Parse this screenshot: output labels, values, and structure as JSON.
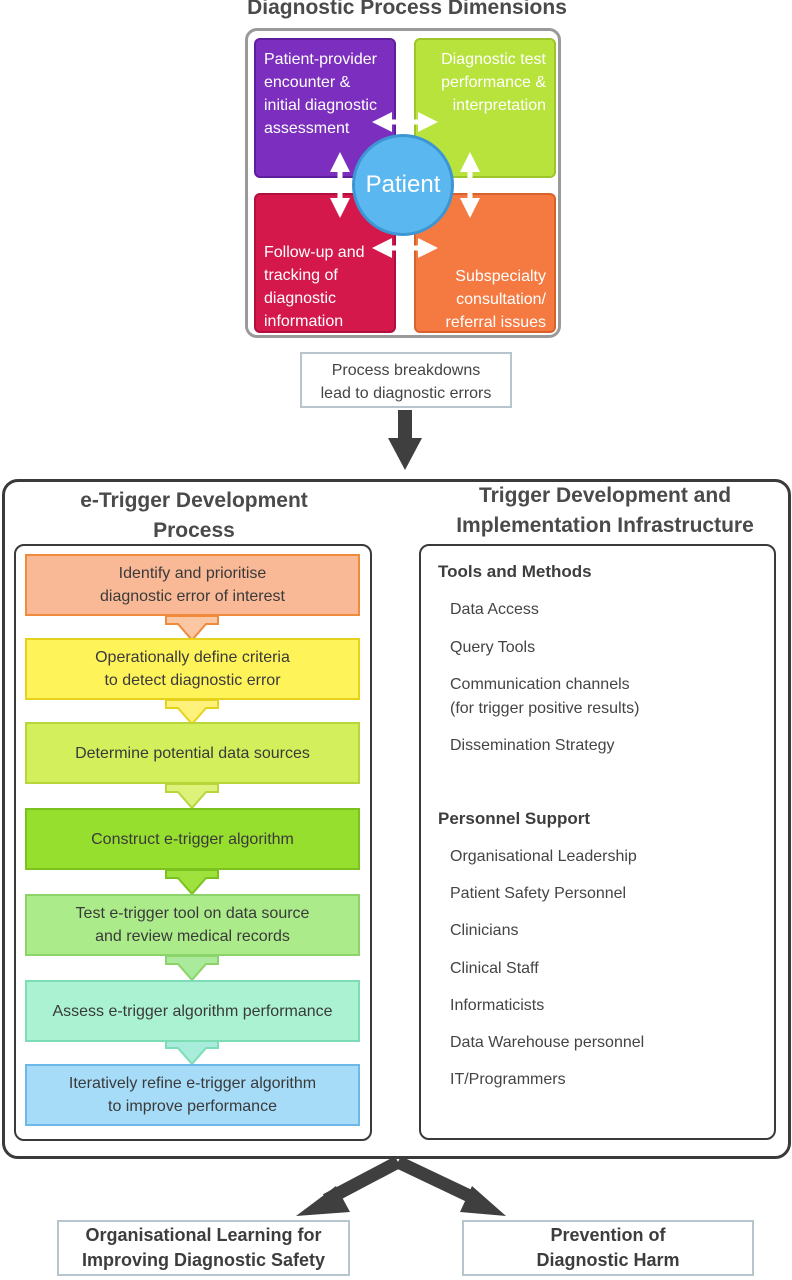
{
  "title": "Diagnostic Process Dimensions",
  "dimensions": {
    "top_left": "Patient-provider encounter & initial diagnostic assessment",
    "top_right": "Diagnostic test performance & interpretation",
    "bottom_left": "Follow-up and tracking of diagnostic information",
    "bottom_right": "Subspecialty consultation/ referral issues",
    "center": "Patient"
  },
  "breakdown_lines": [
    "Process breakdowns",
    "lead to diagnostic errors"
  ],
  "left_heading_lines": [
    "e-Trigger Development",
    "Process"
  ],
  "right_heading_lines": [
    "Trigger Development and",
    "Implementation Infrastructure"
  ],
  "steps": [
    {
      "lines": [
        "Identify and prioritise",
        "diagnostic error of interest"
      ],
      "color": "#f9b996",
      "border": "#f08a3c",
      "arrow": "#fbc7a3"
    },
    {
      "lines": [
        "Operationally define criteria",
        "to detect diagnostic error"
      ],
      "color": "#fff35a",
      "border": "#e6d21c",
      "arrow": "#fff27a"
    },
    {
      "lines": [
        "Determine potential data sources"
      ],
      "color": "#d4ef5c",
      "border": "#b7d63a",
      "arrow": "#dcf27a"
    },
    {
      "lines": [
        "Construct e-trigger algorithm"
      ],
      "color": "#97df2e",
      "border": "#7cc21e",
      "arrow": "#9fe23e"
    },
    {
      "lines": [
        "Test e-trigger tool on data source",
        "and review medical records"
      ],
      "color": "#aceb8a",
      "border": "#8cd36a",
      "arrow": "#a9ea9c"
    },
    {
      "lines": [
        "Assess e-trigger algorithm performance"
      ],
      "color": "#aaf2d2",
      "border": "#7edcb6",
      "arrow": "#a8ecdc"
    },
    {
      "lines": [
        "Iteratively refine e-trigger algorithm",
        "to improve performance"
      ],
      "color": "#a6dcf8",
      "border": "#6cb8e6",
      "arrow": null
    }
  ],
  "tools": {
    "heading": "Tools and Methods",
    "items": [
      "Data Access",
      "Query Tools",
      "Communication channels",
      "(for trigger positive results)",
      "Dissemination Strategy"
    ]
  },
  "personnel": {
    "heading": "Personnel Support",
    "items": [
      "Organisational Leadership",
      "Patient Safety Personnel",
      "Clinicians",
      "Clinical Staff",
      "Informaticists",
      "Data Warehouse personnel",
      "IT/Programmers"
    ]
  },
  "outcomes": {
    "left_lines": [
      "Organisational Learning for",
      "Improving Diagnostic Safety"
    ],
    "right_lines": [
      "Prevention of",
      "Diagnostic Harm"
    ]
  },
  "colors": {
    "arrow_dark": "#3f3f3f",
    "frame_gray": "#9a9a9a"
  }
}
